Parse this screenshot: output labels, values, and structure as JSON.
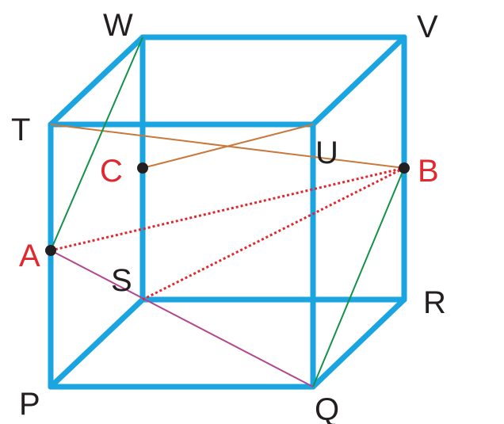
{
  "vertices": {
    "P": "P",
    "Q": "Q",
    "R": "R",
    "S": "S",
    "T": "T",
    "U": "U",
    "V": "V",
    "W": "W"
  },
  "points": {
    "A": "A",
    "B": "B",
    "C": "C"
  },
  "colors": {
    "cube_edge": "#1ba5e0",
    "vertex_label": "#231f20",
    "point_label": "#e0282e",
    "point_dot": "#231f20",
    "segment_TB_CU": "#c8783a",
    "segment_WA_BQ": "#14924a",
    "segment_AQ": "#b2478e",
    "dotted_AB_SB": "#e0282e"
  }
}
